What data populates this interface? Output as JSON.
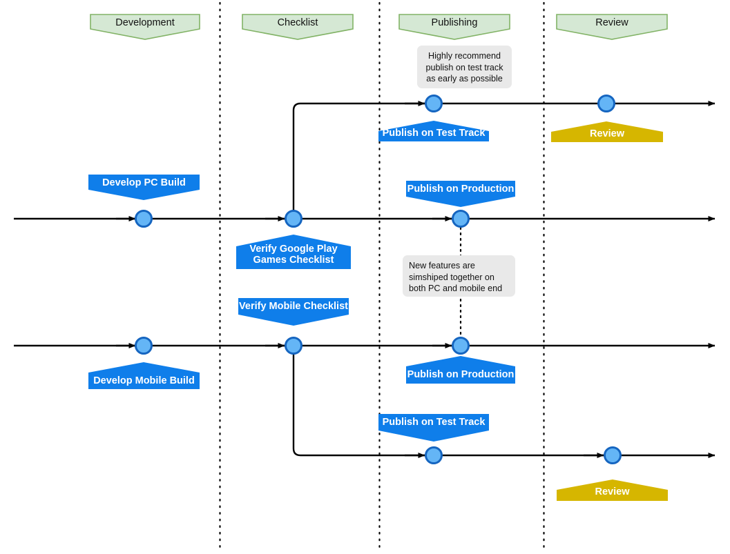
{
  "diagram": {
    "title": "Google Play Games release pipeline swimlane timeline",
    "colors": {
      "header_fill": "#d5e8d4",
      "header_stroke": "#82b366",
      "blue_fill": "#0f7eea",
      "gold_fill": "#d6b600",
      "node_fill": "#64b5f6",
      "node_stroke": "#1565c0",
      "line": "#000000",
      "note_bg": "#e9e9e9",
      "separator": "#000000"
    },
    "phases": [
      {
        "label": "Development"
      },
      {
        "label": "Checklist"
      },
      {
        "label": "Publishing"
      },
      {
        "label": "Review"
      }
    ],
    "tracks": [
      {
        "name": "test-track-lane"
      },
      {
        "name": "pc-main-lane"
      },
      {
        "name": "mobile-main-lane"
      },
      {
        "name": "mobile-test-track-lane"
      }
    ],
    "milestones": [
      {
        "label": "Develop PC Build",
        "lane": "pc-main-lane",
        "phase": "Development"
      },
      {
        "label": "Verify Google Play\nGames Checklist",
        "lane": "pc-main-lane",
        "phase": "Checklist"
      },
      {
        "label": "Verify Mobile Checklist",
        "lane": "mobile-main-lane",
        "phase": "Checklist"
      },
      {
        "label": "Develop Mobile Build",
        "lane": "mobile-main-lane",
        "phase": "Development"
      },
      {
        "label": "Publish on Test Track",
        "lane": "test-track-lane",
        "phase": "Publishing"
      },
      {
        "label": "Publish on Production",
        "lane": "pc-main-lane",
        "phase": "Publishing"
      },
      {
        "label": "Publish on Production",
        "lane": "mobile-main-lane",
        "phase": "Publishing"
      },
      {
        "label": "Publish on Test Track",
        "lane": "mobile-test-track-lane",
        "phase": "Publishing"
      },
      {
        "label": "Review",
        "lane": "test-track-lane",
        "phase": "Review"
      },
      {
        "label": "Review",
        "lane": "mobile-test-track-lane",
        "phase": "Review"
      }
    ],
    "notes": [
      {
        "text": "Highly recommend publish on test track as early as possible",
        "align": "center"
      },
      {
        "text": "New features are simshiped together on both PC and mobile end",
        "align": "left"
      }
    ]
  }
}
